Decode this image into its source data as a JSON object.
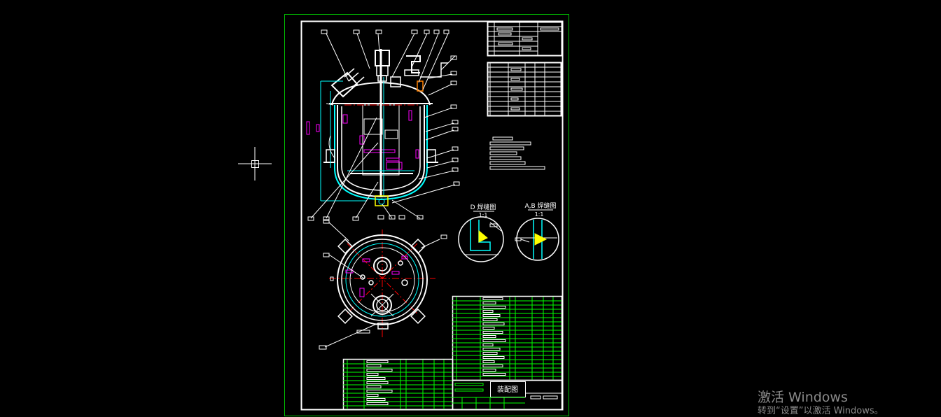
{
  "drawing": {
    "detail_d_label": "D 焊缝图",
    "detail_d_scale": "1:1",
    "detail_ab_label": "A,B 焊缝图",
    "detail_ab_scale": "1:1",
    "title_block_name": "装配图",
    "colors": {
      "background": "#000000",
      "sheet_border": "#00c000",
      "frame": "#ffffff",
      "table_lines": "#00ff00",
      "centerline": "#ff0000",
      "hatch": "#00ffff",
      "dimension": "#ff00ff",
      "weld": "#ffff00"
    }
  },
  "cursor": {
    "icon": "crosshair-cursor-icon"
  },
  "watermark": {
    "title": "激活 Windows",
    "subtitle": "转到“设置”以激活 Windows。"
  }
}
